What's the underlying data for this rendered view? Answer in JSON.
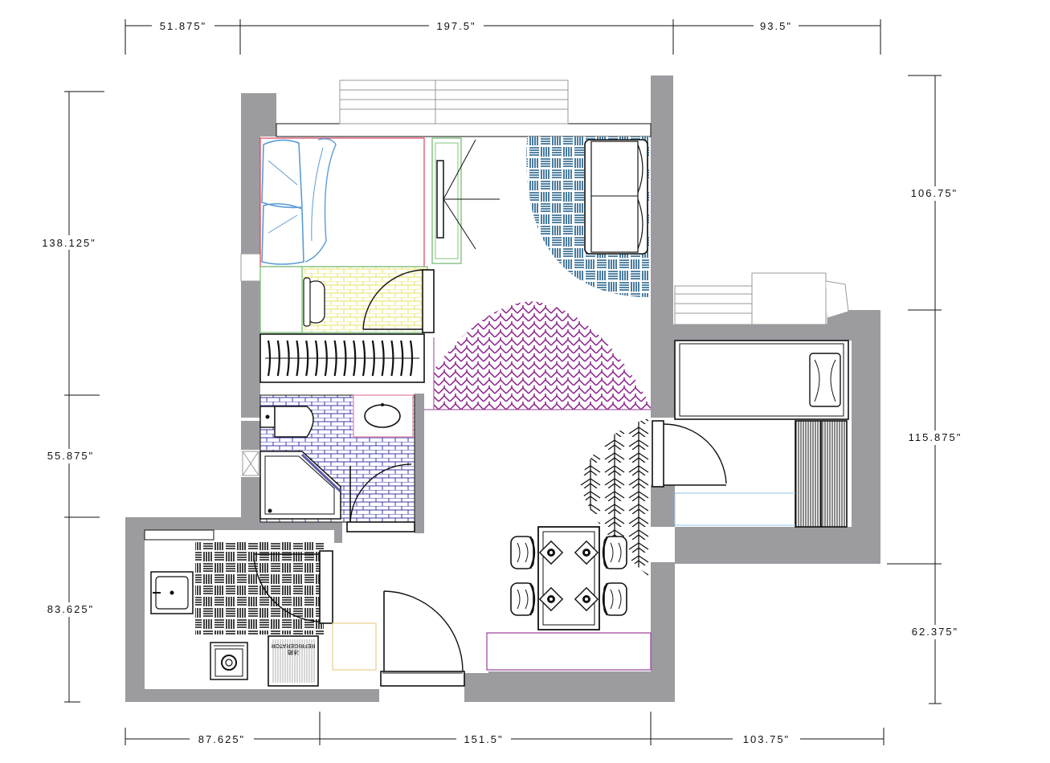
{
  "dimensions": {
    "top": [
      "51.875\"",
      "197.5\"",
      "93.5\""
    ],
    "bottom": [
      "87.625\"",
      "151.5\"",
      "103.75\""
    ],
    "left": [
      "138.125\"",
      "55.875\"",
      "83.625\""
    ],
    "right": [
      "106.75\"",
      "115.875\"",
      "62.375\""
    ]
  },
  "fixtures": {
    "refrigerator_label": "REFRIGERATOR",
    "refrigerator_label_cjk": "冰箱"
  },
  "colors": {
    "wall": "#9c9ca0",
    "bed_outline": "#e0405a",
    "bed_linen": "#5b9bd5",
    "tv_unit": "#7cc47c",
    "study_tiles": "#e8e060",
    "study_outline": "#6fbf6f",
    "bath_tiles": "#3a3aa8",
    "basin_outline": "#e890b0",
    "rug_blue": "#1d5b86",
    "rug_purple": "#8a1c8a",
    "cabinet_outline": "#9b3c9b",
    "hall_outline": "#e8cf8c",
    "divider_blue": "#8ec6e6"
  }
}
